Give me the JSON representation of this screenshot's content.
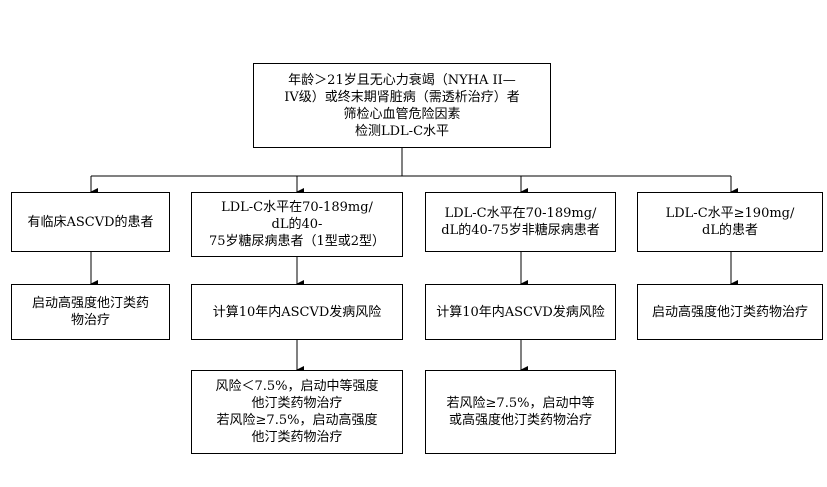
{
  "top": {
    "lines": [
      "年龄＞21岁且无心力衰竭（NYHA II—",
      "IV级）或终末期肾脏病（需透析治疗）者",
      "筛检心血管危险因素",
      "检测LDL-C水平"
    ]
  },
  "columns": [
    {
      "condition": [
        "有临床ASCVD的患者"
      ],
      "action": [
        "启动高强度他汀类药",
        "物治疗"
      ],
      "result": []
    },
    {
      "condition": [
        "LDL-C水平在70-189mg/",
        "dL的40-",
        "75岁糖尿病患者（1型或2型）"
      ],
      "action": [
        "计算10年内ASCVD发病风险"
      ],
      "result": [
        "风险＜7.5%，启动中等强度",
        "他汀类药物治疗",
        "若风险≥7.5%，启动高强度",
        "他汀类药物治疗"
      ]
    },
    {
      "condition": [
        "LDL-C水平在70-189mg/",
        "dL的40-75岁非糖尿病患者"
      ],
      "action": [
        "计算10年内ASCVD发病风险"
      ],
      "result": [
        "若风险≥7.5%，启动中等",
        "或高强度他汀类药物治疗"
      ]
    },
    {
      "condition": [
        "LDL-C水平≥190mg/",
        "dL的患者"
      ],
      "action": [
        "启动高强度他汀类药物治疗"
      ],
      "result": []
    }
  ]
}
